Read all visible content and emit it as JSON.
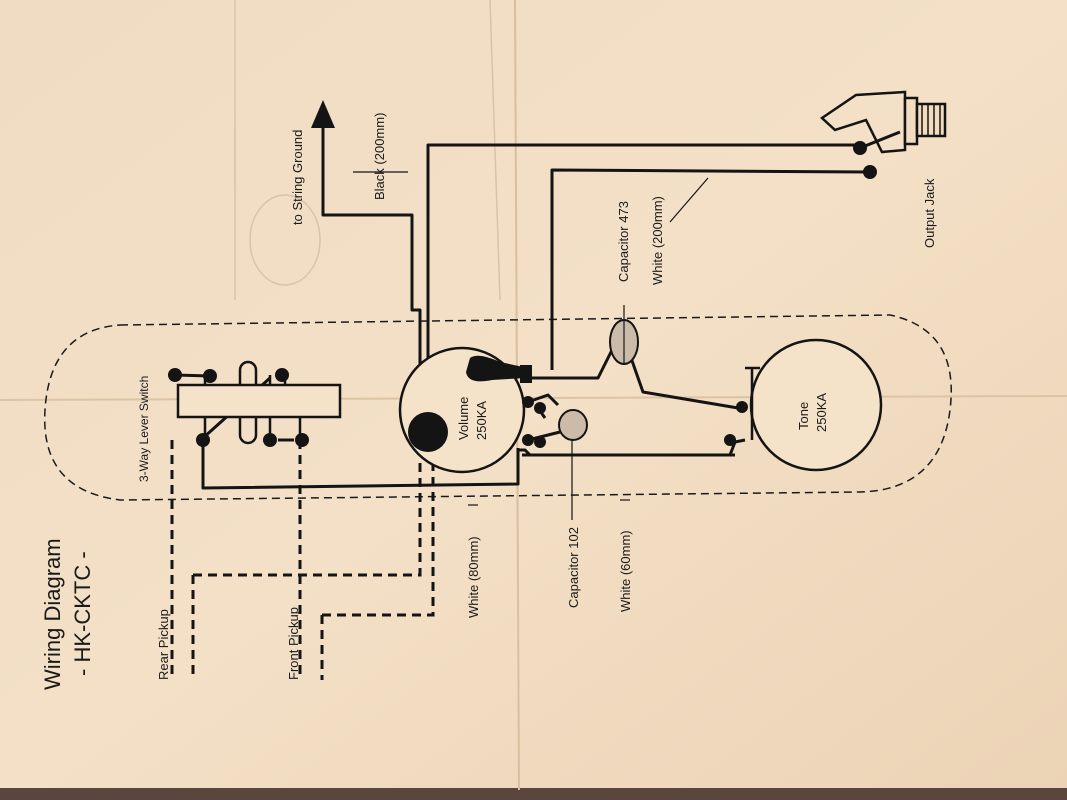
{
  "diagram": {
    "title": "Wiring Diagram",
    "model": "- HK-CKTC -",
    "switch_label": "3-Way Lever Switch",
    "rear_pickup_label": "Rear Pickup",
    "front_pickup_label": "Front Pickup",
    "volume_label_1": "Volume",
    "volume_label_2": "250KA",
    "tone_label_1": "Tone",
    "tone_label_2": "250KA",
    "capacitor_102_label": "Capacitor 102",
    "capacitor_473_label": "Capacitor 473",
    "white_80_label": "White (80mm)",
    "white_60_label": "White (60mm)",
    "white_200_label": "White (200mm)",
    "black_200_label": "Black (200mm)",
    "string_ground_label": "to String Ground",
    "output_jack_label": "Output Jack"
  },
  "colors": {
    "paper": "#f1dcc0",
    "paper_shadow": "#e6c9a8",
    "ink": "#141414",
    "capacitor_fill": "#cdbbaa",
    "background": "#5a463e"
  }
}
